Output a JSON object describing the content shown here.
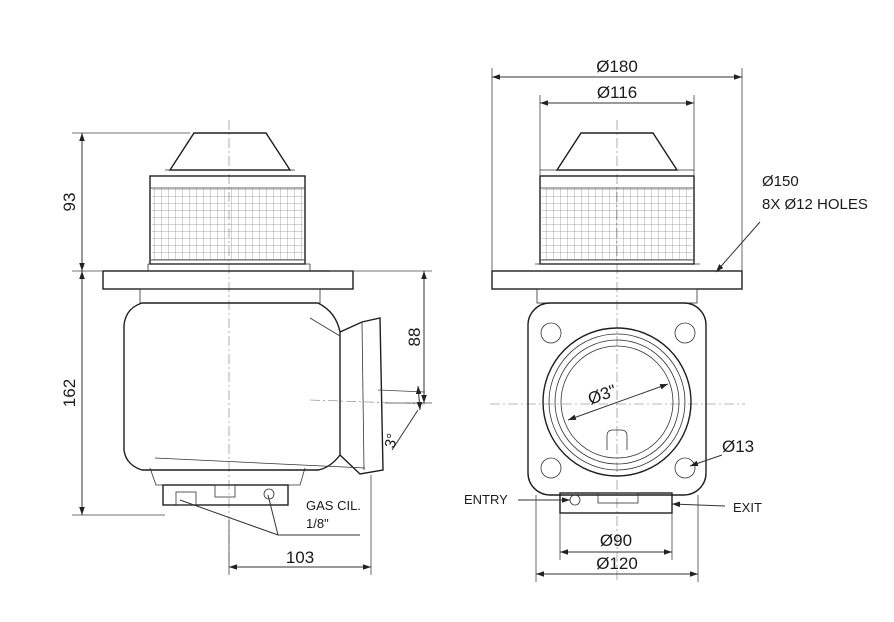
{
  "drawing": {
    "side_view": {
      "dimensions": {
        "height_top": "93",
        "height_body": "162",
        "height_outlet": "88",
        "angle": "3°",
        "width": "103"
      },
      "callouts": {
        "gas_line1": "GAS CIL.",
        "gas_line2": "1/8\""
      }
    },
    "front_view": {
      "dimensions": {
        "outer_dia": "Ø180",
        "inner_dia": "Ø116",
        "bolt_circle": "Ø150",
        "holes": "8X Ø12 HOLES",
        "pipe": "Ø3\"",
        "hole_dia": "Ø13",
        "bottom_inner": "Ø90",
        "bottom_outer": "Ø120"
      },
      "callouts": {
        "entry": "ENTRY",
        "exit": "EXIT"
      }
    }
  }
}
